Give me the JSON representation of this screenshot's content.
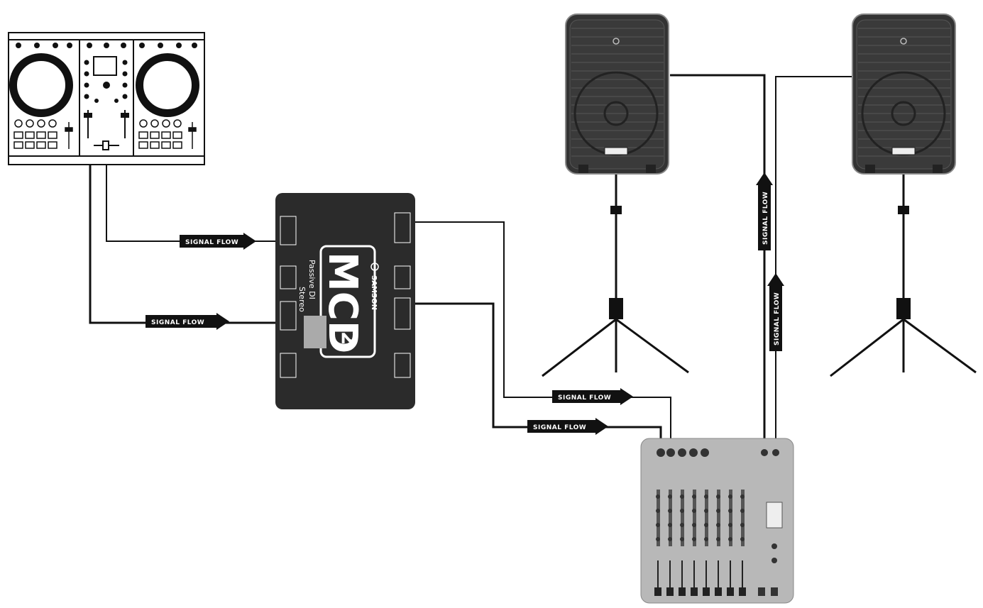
{
  "diagram": {
    "signal_flow_label": "SIGNAL FLOW",
    "di_box": {
      "brand": "SAMSON",
      "model_big": "MCD",
      "model_num": "2",
      "model_sub": "Passive DI",
      "model_sub2": "Stereo"
    }
  },
  "colors": {
    "line": "#111111",
    "box_fill": "#2b2b2b",
    "speaker_fill": "#333333",
    "mixer_fill": "#b8b8b8",
    "label_bg": "#111111",
    "label_text": "#ffffff"
  },
  "components": [
    "dj-controller",
    "mcd2-passive-di-box",
    "mixer",
    "speaker-left",
    "speaker-right"
  ]
}
